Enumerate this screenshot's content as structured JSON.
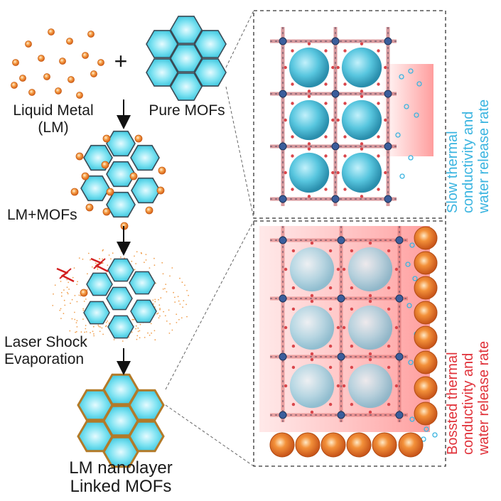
{
  "labels": {
    "liquid_metal_line1": "Liquid Metal",
    "liquid_metal_line2": "(LM)",
    "plus": "+",
    "pure_mofs": "Pure MOFs",
    "lm_mofs": "LM+MOFs",
    "laser_line1": "Laser Shock",
    "laser_line2": "Evaporation",
    "nanolayer_line1": "LM nanolayer",
    "nanolayer_line2": "Linked MOFs"
  },
  "side_text": {
    "top_line1": "Slow thermal",
    "top_line2": "conductivity and",
    "top_line3": "water release rate",
    "bottom_line1": "Bossted thermal",
    "bottom_line2": "conductivity and",
    "bottom_line3": "water release rate"
  },
  "colors": {
    "lm_orange": "#f08a2c",
    "mof_cyan": "#5fd6ea",
    "hex_border": "#3a4a55",
    "linked_border": "#b37a28",
    "top_text": "#3ab4e0",
    "bottom_text": "#e0323a",
    "laser_red": "#d22020",
    "lattice_red": "#c4363c",
    "pore_blue": "#38a9c8"
  }
}
